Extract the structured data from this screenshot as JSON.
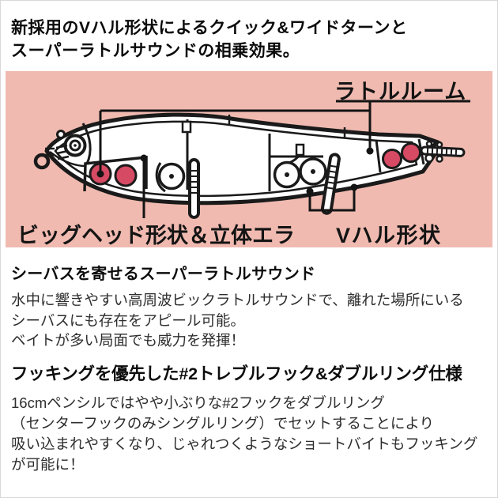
{
  "header": {
    "line1": "新採用のVハル形状によるクイック&ワイドターンと",
    "line2": "スーパーラトルサウンドの相乗効果。"
  },
  "diagram": {
    "labels": {
      "rattle_room": "ラトルルーム",
      "big_head": "ビッグヘッド形状＆立体エラ",
      "v_hull": "Vハル形状"
    },
    "colors": {
      "panel_bg": "#f0bab0",
      "rattle_ball": "#d64a63",
      "outline": "#1a1a1a"
    }
  },
  "sections": [
    {
      "heading": "シーバスを寄せるスーパーラトルサウンド",
      "body_lines": [
        "水中に響きやすい高周波ビックラトルサウンドで、離れた場所にいる",
        "シーバスにも存在をアピール可能。",
        "ベイトが多い局面でも威力を発揮！"
      ]
    },
    {
      "heading": "フッキングを優先した#2トレブルフック&ダブルリング仕様",
      "body_lines": [
        "16cmペンシルではやや小ぶりな#2フックをダブルリング",
        "（センターフックのみシングルリング）でセットすることにより",
        "吸い込まれやすくなり、じゃれつくようなショートバイトもフッキング",
        "が可能に！"
      ]
    }
  ]
}
